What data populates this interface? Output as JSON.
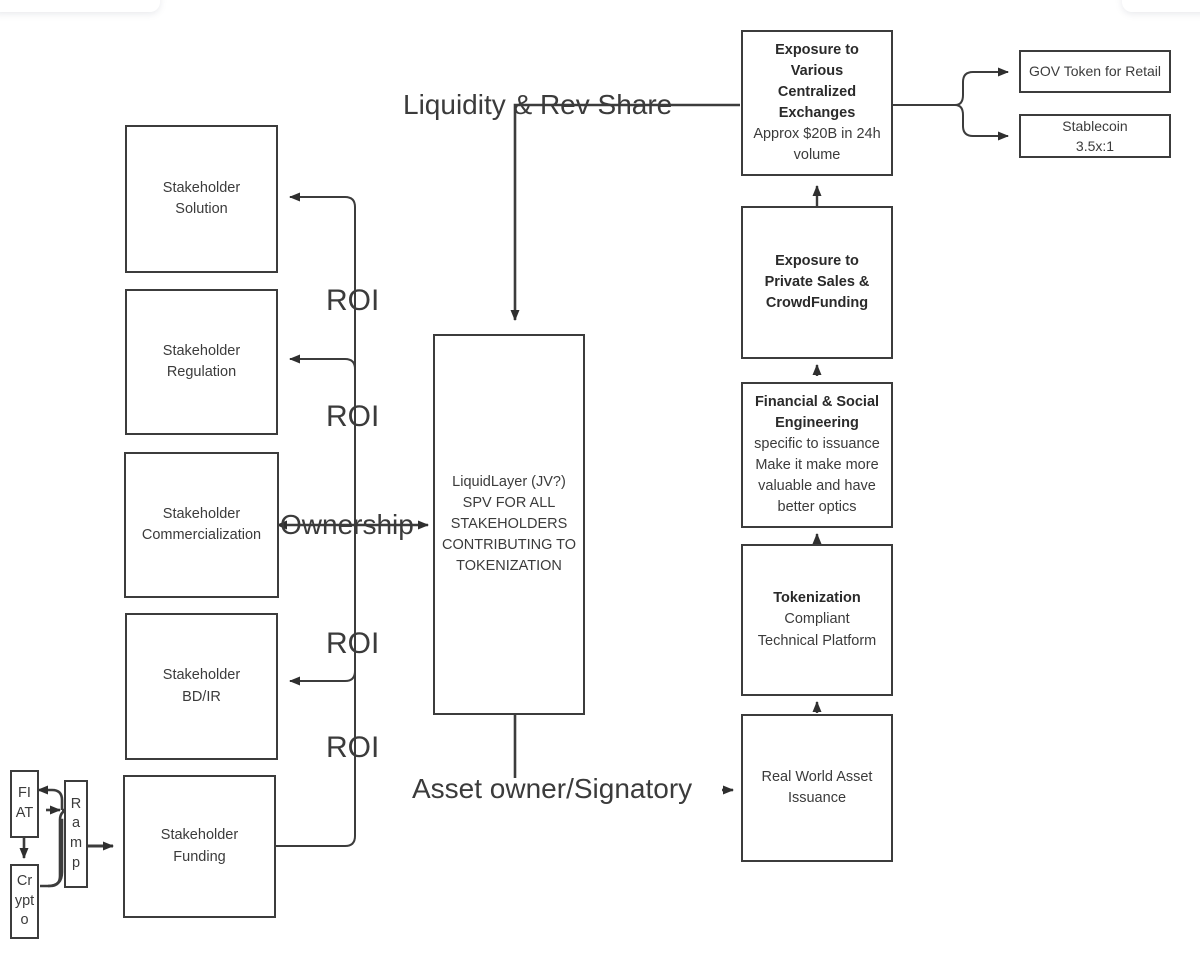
{
  "diagram": {
    "title": "Tokenization / LiquidLayer SPV flow diagram",
    "colors": {
      "stroke": "#3c3c3c",
      "text": "#3b3b3b",
      "background": "#ffffff"
    },
    "stakeholder_nodes": [
      {
        "id": "stakeholder-solution",
        "line1": "Stakeholder",
        "line2": "Solution"
      },
      {
        "id": "stakeholder-regulation",
        "line1": "Stakeholder",
        "line2": "Regulation"
      },
      {
        "id": "stakeholder-commercialization",
        "line1": "Stakeholder",
        "line2": "Commercialization"
      },
      {
        "id": "stakeholder-bdir",
        "line1": "Stakeholder",
        "line2": "BD/IR"
      },
      {
        "id": "stakeholder-funding",
        "line1": "Stakeholder",
        "line2": "Funding"
      }
    ],
    "funding_rail": [
      {
        "id": "fiat-node",
        "label": "FIAT"
      },
      {
        "id": "crypto-node",
        "label": "Crypto"
      },
      {
        "id": "ramp-node",
        "label": "Ramp"
      }
    ],
    "center_node": {
      "id": "liquidlayer-spv",
      "lines": [
        "LiquidLayer (JV?)",
        "SPV FOR ALL",
        "STAKEHOLDERS",
        "CONTRIBUTING TO",
        "TOKENIZATION"
      ]
    },
    "right_column": [
      {
        "id": "exposure-centralized-exchanges",
        "bold_lines": [
          "Exposure to",
          "Various",
          "Centralized",
          "Exchanges"
        ],
        "plain_lines": [
          "Approx $20B in 24h",
          "volume"
        ]
      },
      {
        "id": "exposure-private-sales",
        "bold_lines": [
          "Exposure to"
        ],
        "mixed_line": "Private Sales &",
        "bold_tail": "CrowdFunding",
        "plain_lines": []
      },
      {
        "id": "financial-social-engineering",
        "bold_lines": [
          "Financial & Social",
          "Engineering"
        ],
        "plain_lines": [
          "specific to issuance",
          "Make it make more",
          "valuable and have",
          "better optics"
        ]
      },
      {
        "id": "tokenization-platform",
        "bold_lines": [
          "Tokenization"
        ],
        "plain_lines": [
          "Compliant",
          "Technical Platform"
        ]
      },
      {
        "id": "real-world-asset-issuance",
        "bold_lines": [],
        "plain_lines": [
          "Real World Asset",
          "Issuance"
        ]
      }
    ],
    "output_nodes": [
      {
        "id": "gov-token-node",
        "line1": "GOV Token for Retail",
        "line2": ""
      },
      {
        "id": "stablecoin-node",
        "line1": "Stablecoin",
        "line2": "3.5x:1"
      }
    ],
    "edge_labels": {
      "roi_1": "ROI",
      "roi_2": "ROI",
      "roi_3": "ROI",
      "roi_4": "ROI",
      "ownership": "Ownership",
      "liquidity_rev_share": "Liquidity & Rev Share",
      "asset_owner_signatory": "Asset owner/Signatory"
    }
  }
}
